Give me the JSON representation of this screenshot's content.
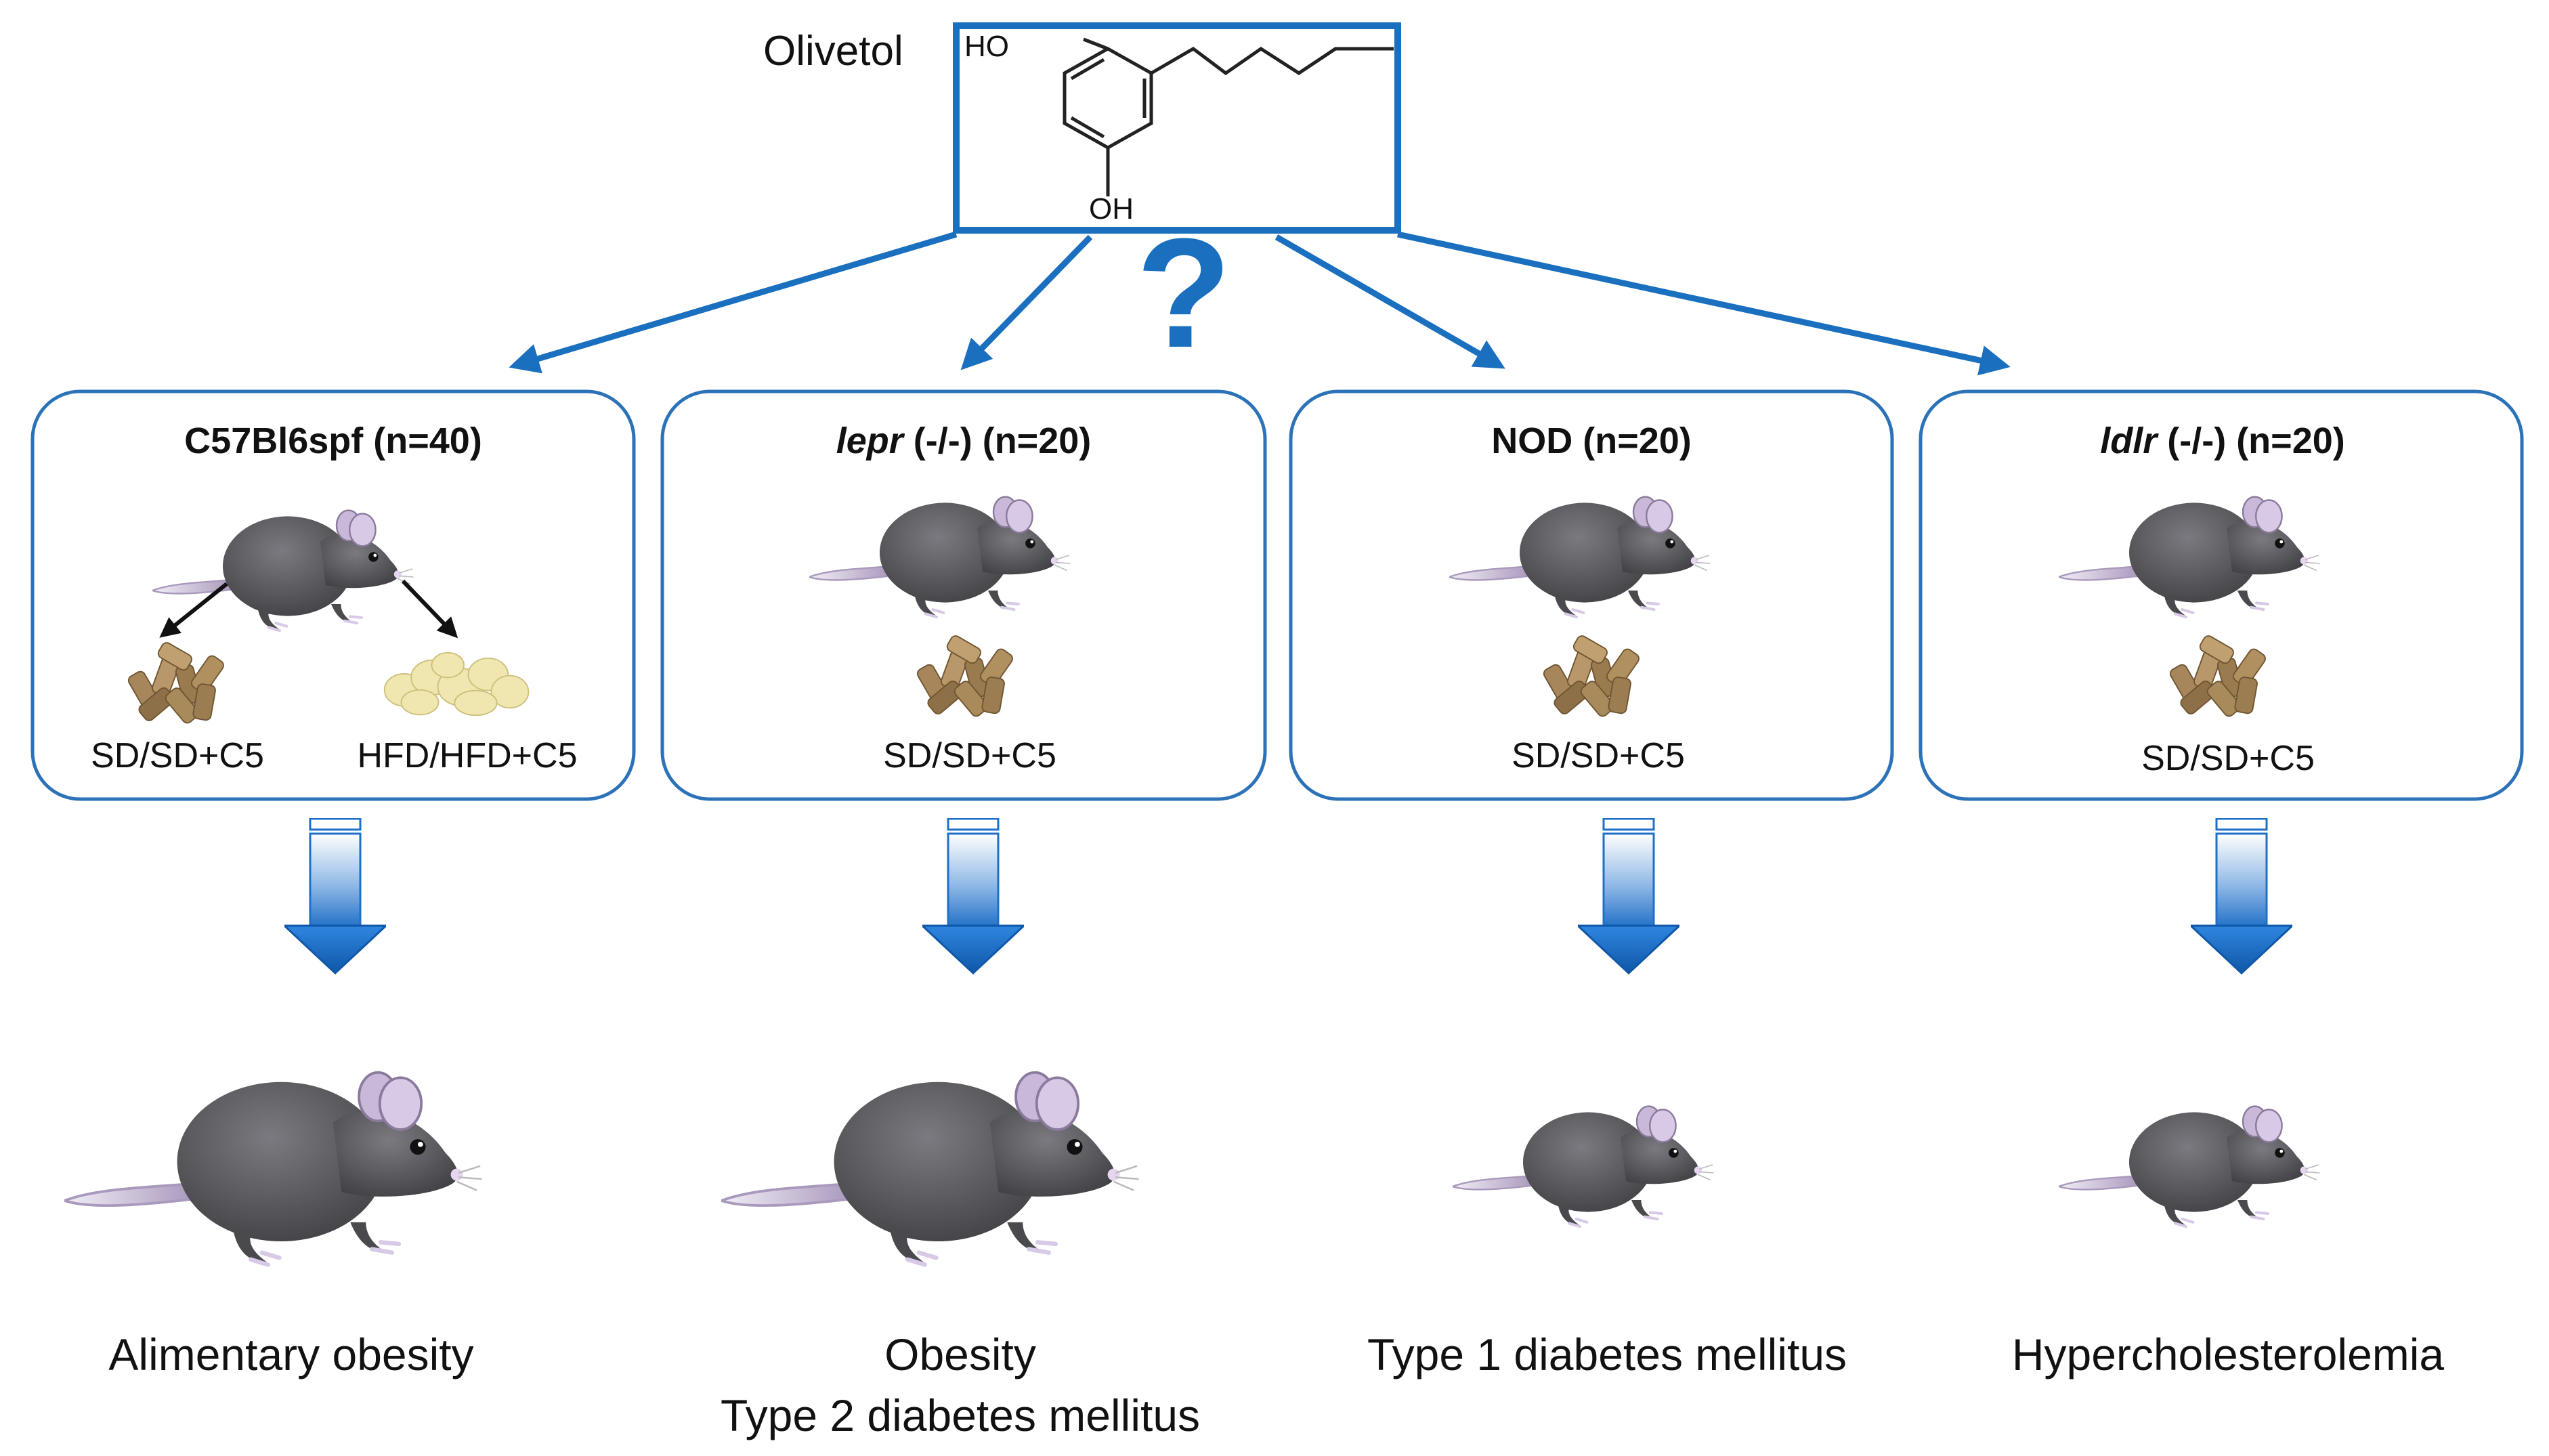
{
  "compound": {
    "name": "Olivetol",
    "hydroxyl_top": "HO",
    "hydroxyl_bottom": "OH"
  },
  "question_mark": "?",
  "groups": [
    {
      "strain": "C57Bl6spf",
      "strain_italic": false,
      "n_label": "(n=40)",
      "diets": [
        "SD/SD+C5",
        "HFD/HFD+C5"
      ],
      "outcome": [
        "Alimentary obesity"
      ]
    },
    {
      "strain": "lepr",
      "strain_italic": true,
      "n_label": "(-/-) (n=20)",
      "diets": [
        "SD/SD+C5"
      ],
      "outcome": [
        "Obesity",
        "Type 2 diabetes mellitus"
      ]
    },
    {
      "strain": "NOD",
      "strain_italic": false,
      "n_label": "(n=20)",
      "diets": [
        "SD/SD+C5"
      ],
      "outcome": [
        "Type 1 diabetes mellitus"
      ]
    },
    {
      "strain": "ldlr",
      "strain_italic": true,
      "n_label": "(-/-) (n=20)",
      "diets": [
        "SD/SD+C5"
      ],
      "outcome": [
        "Hypercholesterolemia"
      ]
    }
  ],
  "colors": {
    "accent_blue": "#1a6fbf",
    "box_border": "#2b72b8",
    "mouse_body": "#555559",
    "mouse_ear": "#c9b8d8",
    "mouse_tail": "#b9aacb",
    "pellet_brown": "#a6865a",
    "pellet_cream": "#efe6b0"
  }
}
